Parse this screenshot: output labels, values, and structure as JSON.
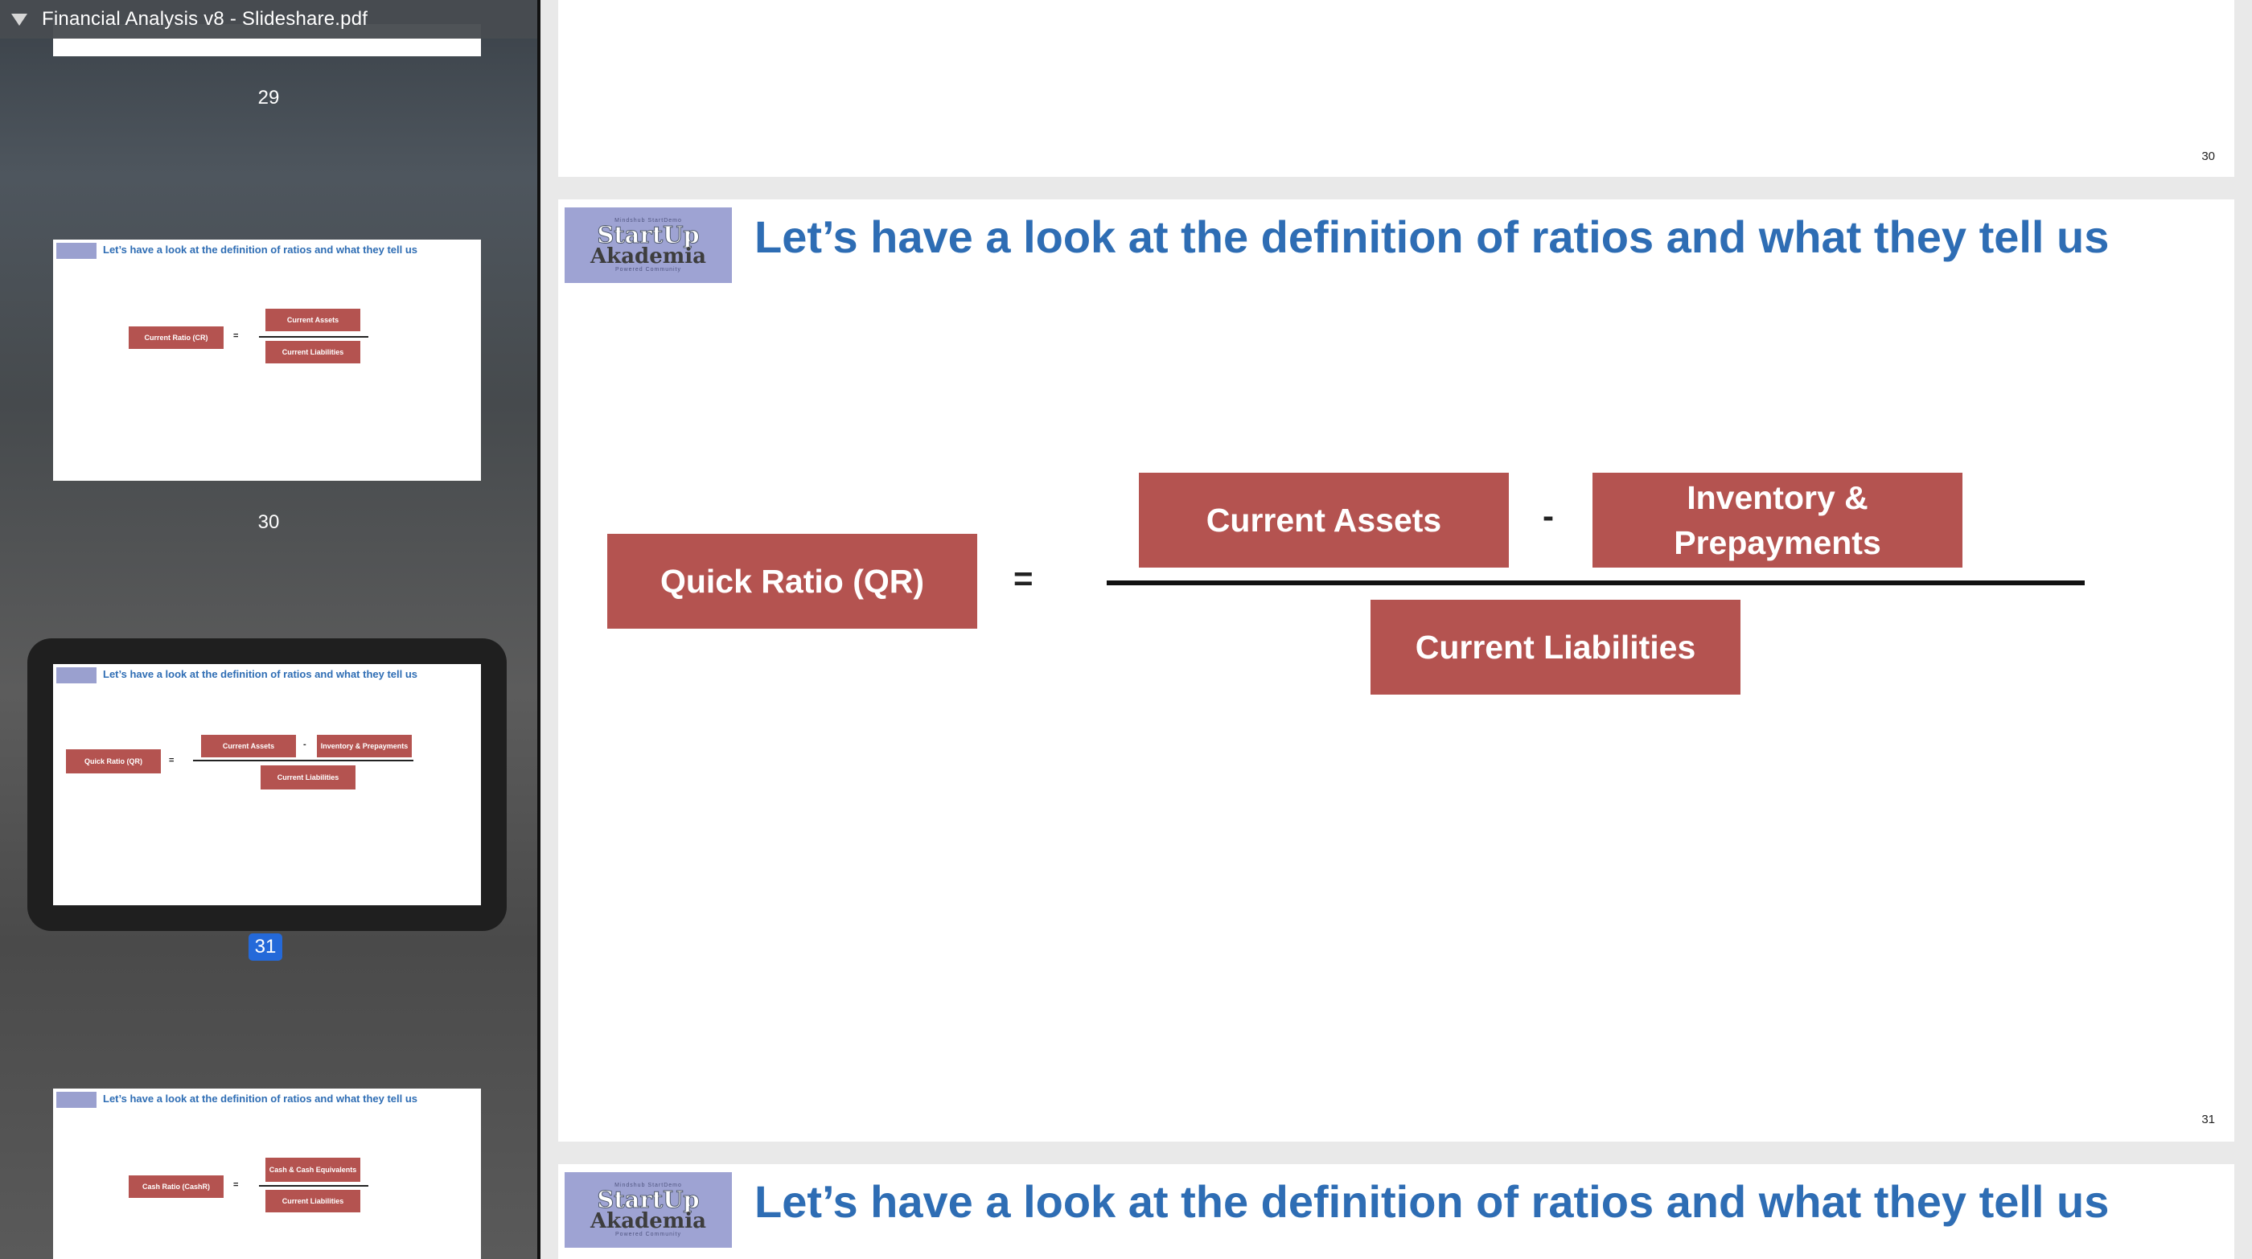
{
  "window": {
    "doc_title": "Financial Analysis v8 - Slideshare.pdf"
  },
  "colors": {
    "accent_title": "#2e6db4",
    "box": "#b45350",
    "selection": "#2469d9"
  },
  "sidebar": {
    "page_labels": {
      "p29": "29",
      "p30": "30",
      "p31": "31"
    },
    "thumbnails": {
      "t30": {
        "title": "Let’s have a look at the definition of ratios and what they tell us",
        "lhs": "Current Ratio (CR)",
        "eq": "=",
        "numerator": "Current Assets",
        "denominator": "Current Liabilities"
      },
      "t31": {
        "title": "Let’s have a look at the definition of ratios and what they tell us",
        "lhs": "Quick Ratio (QR)",
        "eq": "=",
        "num_a": "Current Assets",
        "minus": "-",
        "num_b": "Inventory & Prepayments",
        "denominator": "Current Liabilities"
      },
      "t32": {
        "title": "Let’s have a look at the definition of ratios and what they tell us",
        "lhs": "Cash Ratio (CashR)",
        "eq": "=",
        "numerator": "Cash & Cash Equivalents",
        "denominator": "Current Liabilities"
      }
    }
  },
  "main": {
    "page30": {
      "page_number": "30"
    },
    "page31": {
      "logo": {
        "top": "Mindshub StartDemo",
        "line1": "StartUp",
        "line2": "Akademia",
        "bottom": "Powered Community"
      },
      "title": "Let’s have a look at the definition of ratios and what they tell us",
      "lhs": "Quick Ratio (QR)",
      "eq": "=",
      "num_a": "Current Assets",
      "minus": "-",
      "num_b": "Inventory & Prepayments",
      "denominator": "Current Liabilities",
      "page_number": "31"
    },
    "page32": {
      "logo": {
        "top": "Mindshub StartDemo",
        "line1": "StartUp",
        "line2": "Akademia",
        "bottom": "Powered Community"
      },
      "title": "Let’s have a look at the definition of ratios and what they tell us"
    }
  }
}
